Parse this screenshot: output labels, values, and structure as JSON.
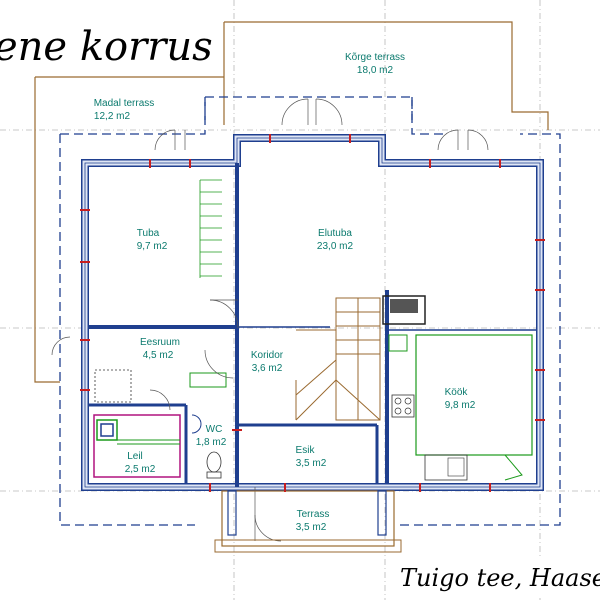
{
  "title": "ene korrus",
  "address": "Tuigo tee, Haase",
  "colors": {
    "wall": "#1f3f8f",
    "wall_fill": "#dfe6f5",
    "dash_outline": "#1f3f8f",
    "terrace_outline": "#9a6a30",
    "kitchen_outline": "#1b9a1b",
    "sauna_outline": "#b0127f",
    "window_mark": "#c81e1e",
    "label_text": "#0b7a6e",
    "grid": "#b8b8b8"
  },
  "rooms": [
    {
      "name": "Kõrge terrass",
      "area": "18,0 m2"
    },
    {
      "name": "Madal terrass",
      "area": "12,2 m2"
    },
    {
      "name": "Tuba",
      "area": "9,7 m2"
    },
    {
      "name": "Elutuba",
      "area": "23,0 m2"
    },
    {
      "name": "Eesruum",
      "area": "4,5 m2"
    },
    {
      "name": "Koridor",
      "area": "3,6 m2"
    },
    {
      "name": "Köök",
      "area": "9,8 m2"
    },
    {
      "name": "Leil",
      "area": "2,5 m2"
    },
    {
      "name": "WC",
      "area": "1,8 m2"
    },
    {
      "name": "Esik",
      "area": "3,5 m2"
    },
    {
      "name": "Terrass",
      "area": "3,5 m2"
    }
  ]
}
